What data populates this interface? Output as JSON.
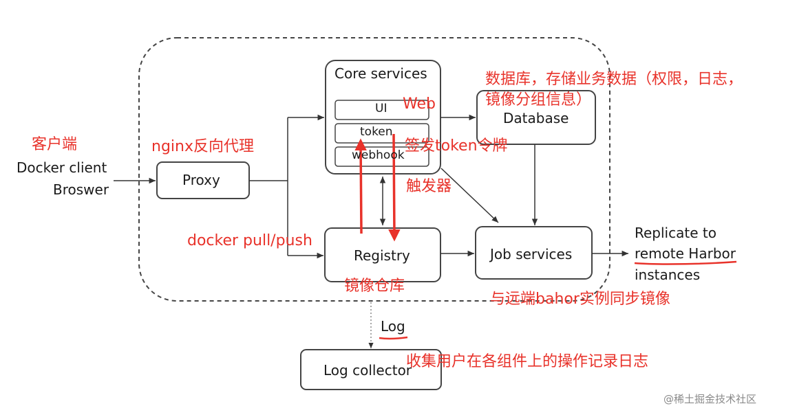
{
  "nodes": {
    "client": {
      "line1": "Docker client",
      "line2": "Broswer"
    },
    "proxy": "Proxy",
    "core": {
      "title": "Core services",
      "ui": "UI",
      "token": "token",
      "webhook": "webhook"
    },
    "database": "Database",
    "registry": "Registry",
    "jobs": "Job services",
    "replicate": {
      "line1": "Replicate to",
      "line2": "remote Harbor",
      "line3": "instances"
    },
    "log_label": "Log",
    "log_collector": "Log collector"
  },
  "annotations": {
    "client_cn": "客户端",
    "nginx": "nginx反向代理",
    "web": "Web",
    "database_note_line1": "数据库，存储业务数据（权限，日志，",
    "database_note_line2": "镜像分组信息）",
    "token_note": "签发token令牌",
    "trigger": "触发器",
    "docker_pull_push": "docker pull/push",
    "registry_cn": "镜像仓库",
    "sync_note": "与远端bahor实例同步镜像",
    "log_note": "收集用户在各组件上的操作记录日志"
  },
  "watermark": "@稀土掘金技术社区",
  "colors": {
    "annotation": "#e8322a",
    "line": "#333333",
    "box_border": "#444444"
  }
}
